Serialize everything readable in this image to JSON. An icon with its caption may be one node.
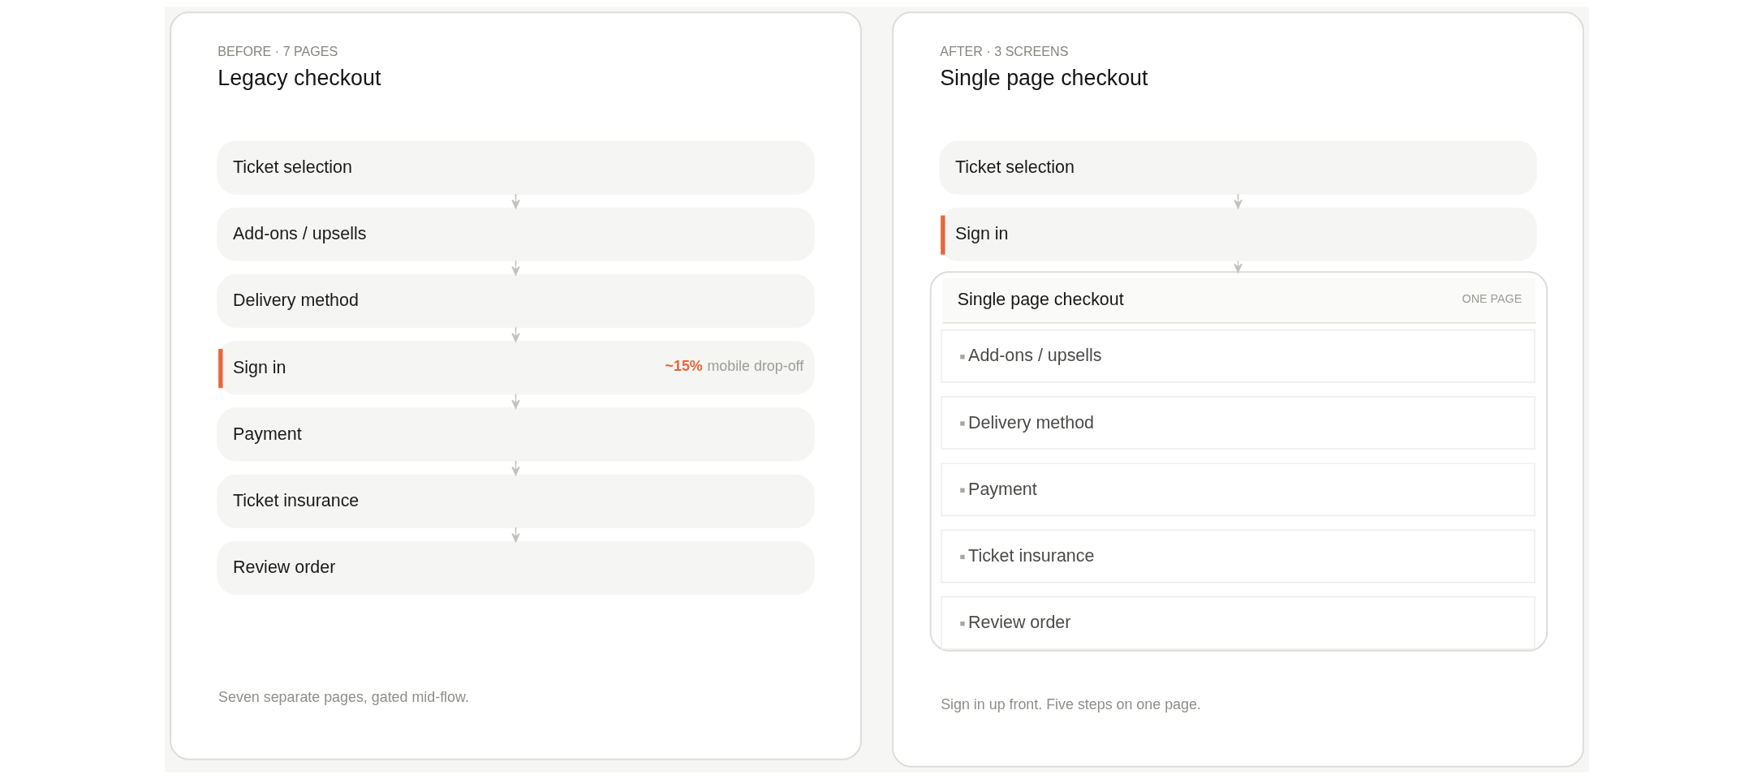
{
  "diagram": {
    "nodes": [
      {
        "text": [
          "BEFORE · 7 PAGES",
          "Legacy checkout",
          "Seven separate pages, gated mid-flow."
        ]
      },
      {
        "text": [
          "Ticket selection"
        ],
        "in": 0
      },
      {
        "text": [
          "Add-ons / upsells"
        ],
        "in": 0
      },
      {
        "text": [
          "Delivery method"
        ],
        "in": 0
      },
      {
        "text": [
          "Sign in",
          "~15% mobile drop-off"
        ],
        "in": 0
      },
      {
        "text": [
          "Payment"
        ],
        "in": 0
      },
      {
        "text": [
          "Ticket insurance"
        ],
        "in": 0
      },
      {
        "text": [
          "Review order"
        ],
        "in": 0
      },
      {
        "text": [
          "AFTER · 3 SCREENS",
          "Single page checkout",
          "Sign in up front. Five steps on one page."
        ]
      },
      {
        "text": [
          "Ticket selection"
        ],
        "in": 8
      },
      {
        "text": [
          "Sign in"
        ],
        "in": 8
      },
      {
        "text": [
          "Single page checkout",
          "ONE PAGE"
        ],
        "in": 8
      },
      {
        "text": [
          "Add-ons / upsells"
        ],
        "in": 11
      },
      {
        "text": [
          "Delivery method"
        ],
        "in": 11
      },
      {
        "text": [
          "Payment"
        ],
        "in": 11
      },
      {
        "text": [
          "Ticket insurance"
        ],
        "in": 11
      },
      {
        "text": [
          "Review order"
        ],
        "in": 11
      }
    ],
    "edges": [
      {
        "from": 1,
        "to": 2,
        "arrow": "to"
      },
      {
        "from": 2,
        "to": 3,
        "arrow": "to"
      },
      {
        "from": 3,
        "to": 4,
        "arrow": "to"
      },
      {
        "from": 4,
        "to": 5,
        "arrow": "to"
      },
      {
        "from": 5,
        "to": 6,
        "arrow": "to"
      },
      {
        "from": 6,
        "to": 7,
        "arrow": "to"
      },
      {
        "from": 9,
        "to": 10,
        "arrow": "to"
      },
      {
        "from": 10,
        "to": 11,
        "arrow": "to"
      }
    ]
  }
}
